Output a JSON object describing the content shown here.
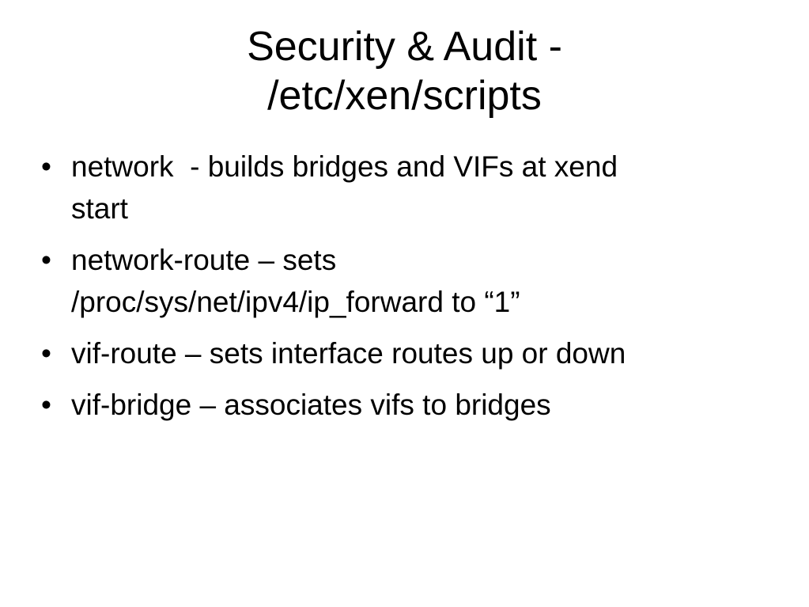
{
  "slide": {
    "title_lines": [
      "Security & Audit -",
      "/etc/xen/scripts"
    ],
    "bullet_char": "•",
    "bullets": [
      {
        "lines": [
          "network  - builds bridges and VIFs at xend",
          "start"
        ]
      },
      {
        "lines": [
          "network-route – sets",
          "/proc/sys/net/ipv4/ip_forward to “1”"
        ]
      },
      {
        "lines": [
          "vif-route – sets interface routes up or down"
        ]
      },
      {
        "lines": [
          "vif-bridge – associates vifs to bridges"
        ]
      }
    ]
  }
}
